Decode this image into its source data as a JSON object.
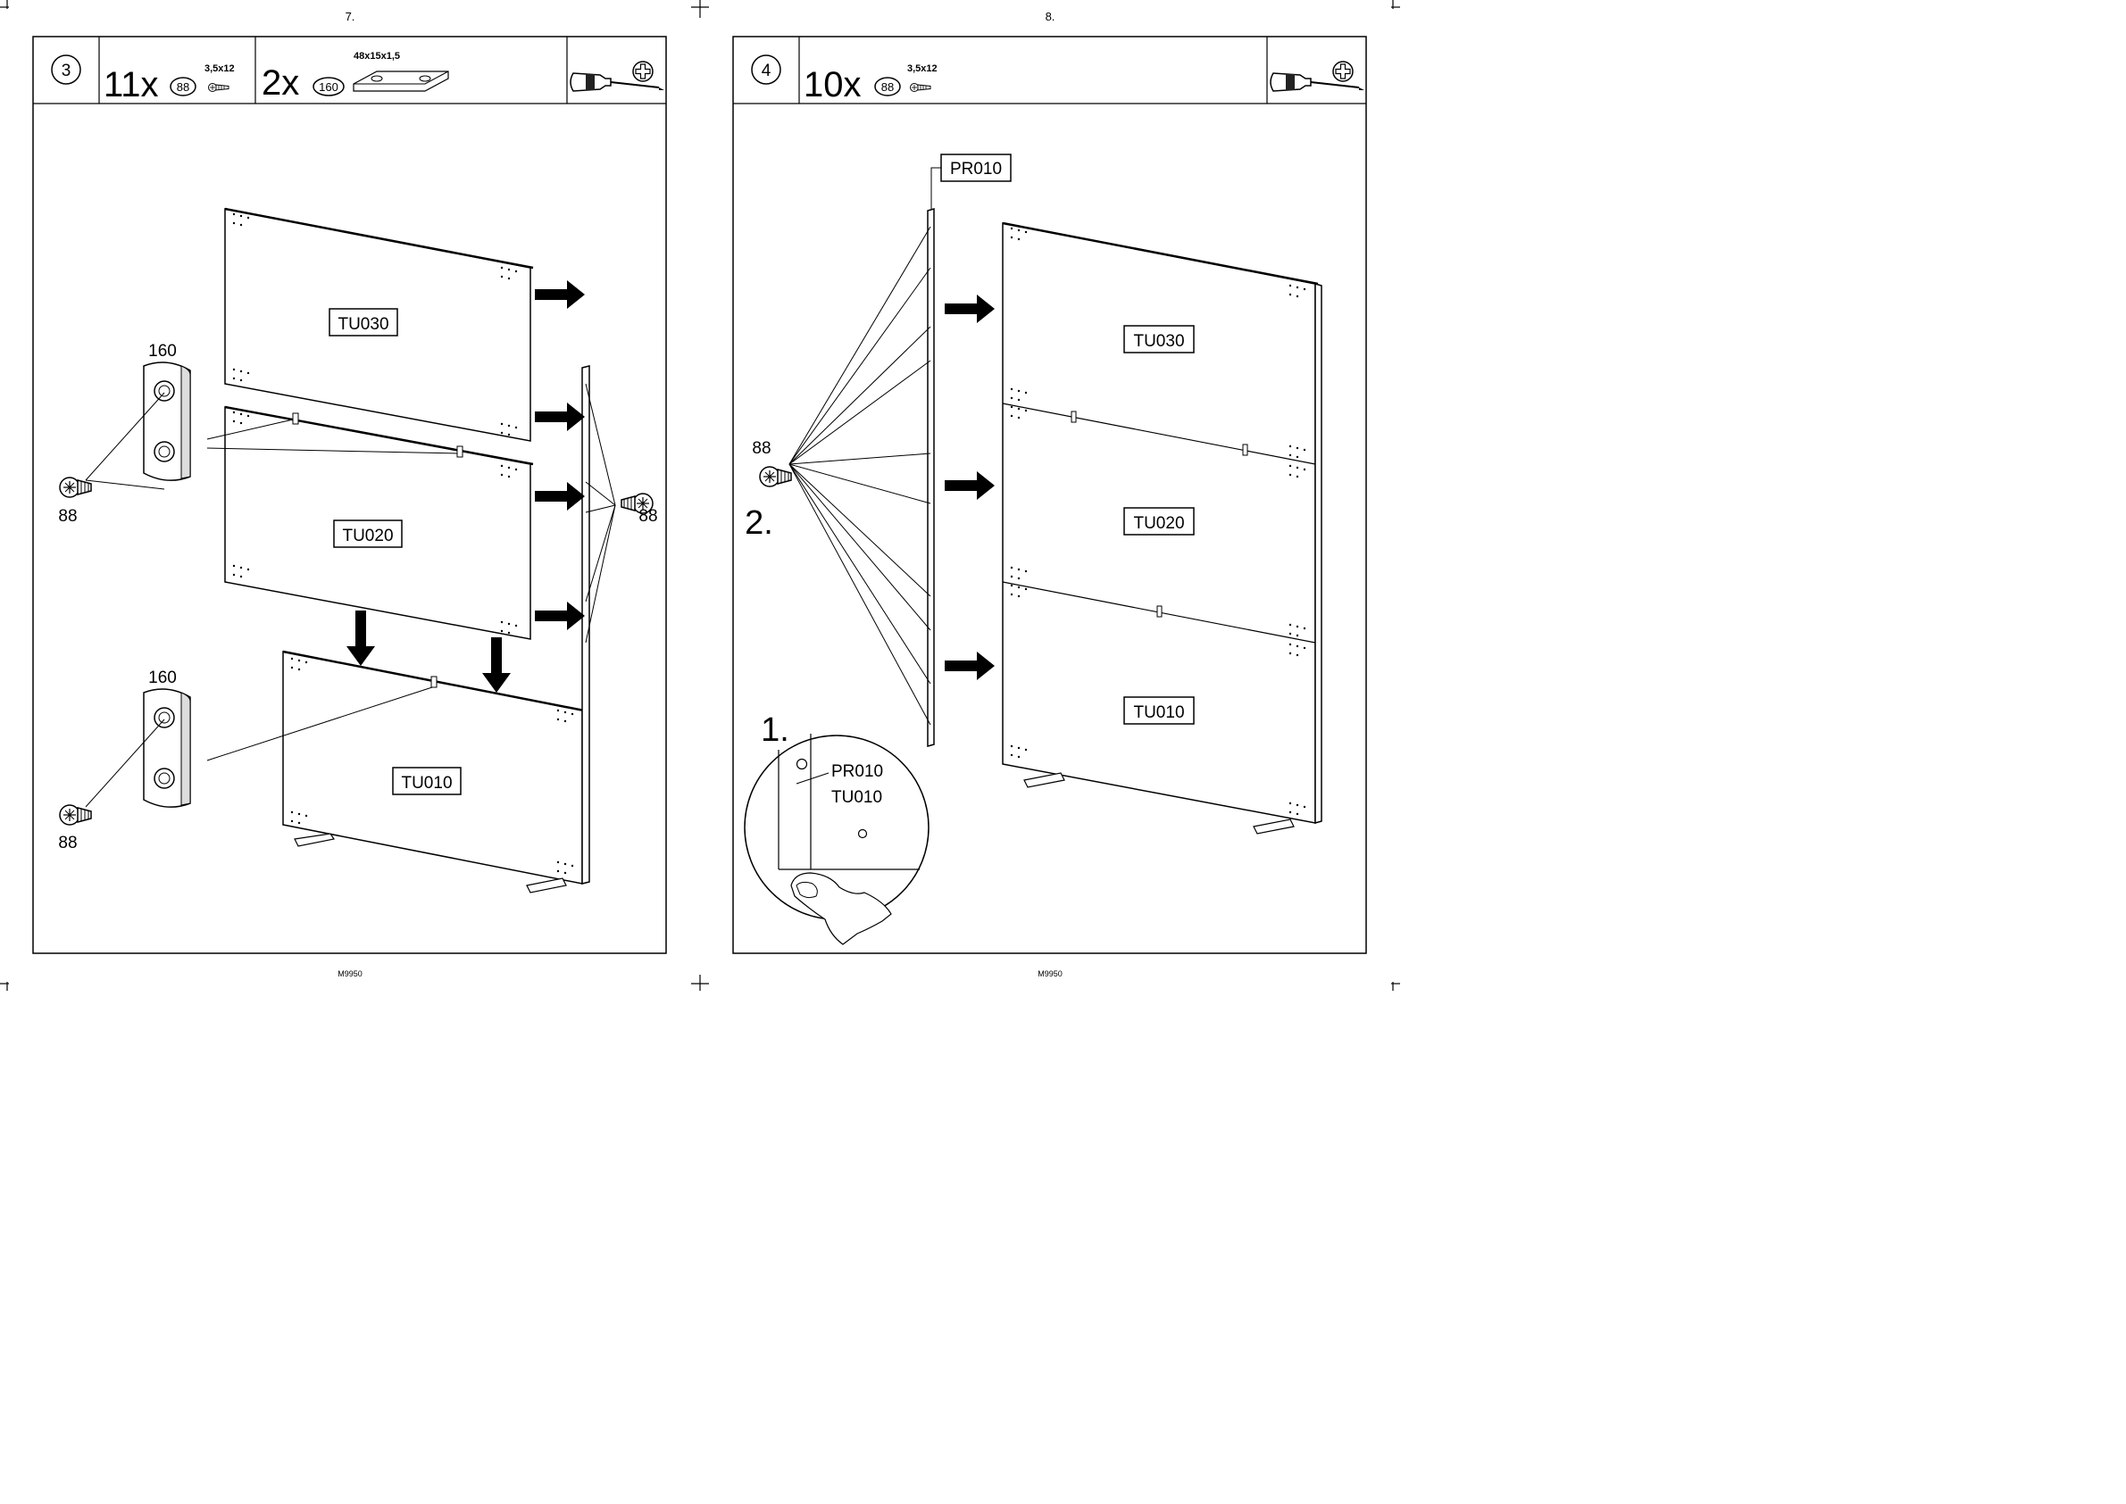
{
  "pages": [
    {
      "page_number": "7.",
      "footer_code": "M9950",
      "step_number": "3",
      "parts": [
        {
          "qty": "11x",
          "part_id": "88",
          "spec": "3,5x12"
        },
        {
          "qty": "2x",
          "part_id": "160",
          "spec": "48x15x1,5"
        }
      ],
      "icons": [
        "screwdriver-icon",
        "phillips-head-icon"
      ],
      "callouts": {
        "bracket_top": "160",
        "bracket_bottom": "160",
        "screw_left_top": "88",
        "screw_left_bottom": "88",
        "screw_right": "88"
      },
      "panels": [
        "TU030",
        "TU020",
        "TU010"
      ]
    },
    {
      "page_number": "8.",
      "footer_code": "M9950",
      "step_number": "4",
      "parts": [
        {
          "qty": "10x",
          "part_id": "88",
          "spec": "3,5x12"
        }
      ],
      "icons": [
        "screwdriver-icon",
        "phillips-head-icon"
      ],
      "profile_label": "PR010",
      "callouts": {
        "screw": "88",
        "substep_2": "2.",
        "substep_1": "1."
      },
      "panels": [
        "TU030",
        "TU020",
        "TU010"
      ],
      "detail": {
        "line1": "PR010",
        "line2": "TU010"
      }
    }
  ]
}
